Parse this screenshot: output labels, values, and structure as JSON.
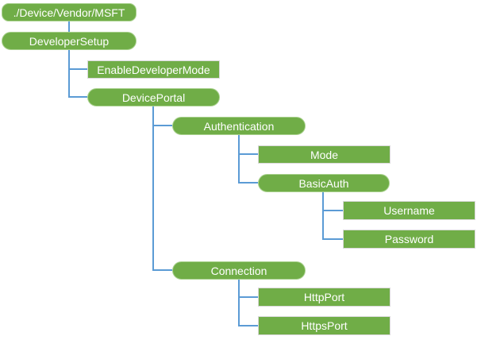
{
  "diagram": {
    "type": "tree",
    "root_path": "./Device/Vendor/MSFT",
    "nodes": [
      {
        "id": "root",
        "label": "./Device/Vendor/MSFT",
        "shape": "rounded",
        "parent": null
      },
      {
        "id": "developer-setup",
        "label": "DeveloperSetup",
        "shape": "stadium",
        "parent": "root"
      },
      {
        "id": "enable-developer-mode",
        "label": "EnableDeveloperMode",
        "shape": "rect",
        "parent": "developer-setup"
      },
      {
        "id": "device-portal",
        "label": "DevicePortal",
        "shape": "stadium",
        "parent": "developer-setup"
      },
      {
        "id": "authentication",
        "label": "Authentication",
        "shape": "stadium",
        "parent": "device-portal"
      },
      {
        "id": "mode",
        "label": "Mode",
        "shape": "rect",
        "parent": "authentication"
      },
      {
        "id": "basic-auth",
        "label": "BasicAuth",
        "shape": "stadium",
        "parent": "authentication"
      },
      {
        "id": "username",
        "label": "Username",
        "shape": "rect",
        "parent": "basic-auth"
      },
      {
        "id": "password",
        "label": "Password",
        "shape": "rect",
        "parent": "basic-auth"
      },
      {
        "id": "connection",
        "label": "Connection",
        "shape": "stadium",
        "parent": "device-portal"
      },
      {
        "id": "http-port",
        "label": "HttpPort",
        "shape": "rect",
        "parent": "connection"
      },
      {
        "id": "https-port",
        "label": "HttpsPort",
        "shape": "rect",
        "parent": "connection"
      }
    ],
    "colors": {
      "node_fill": "#70AD47",
      "node_border_light_green": "#A9D18E",
      "node_border_gray": "#D9D9D9",
      "connector": "#5B9BD5",
      "text": "#FFFFFF",
      "background": "#FFFFFF"
    }
  }
}
